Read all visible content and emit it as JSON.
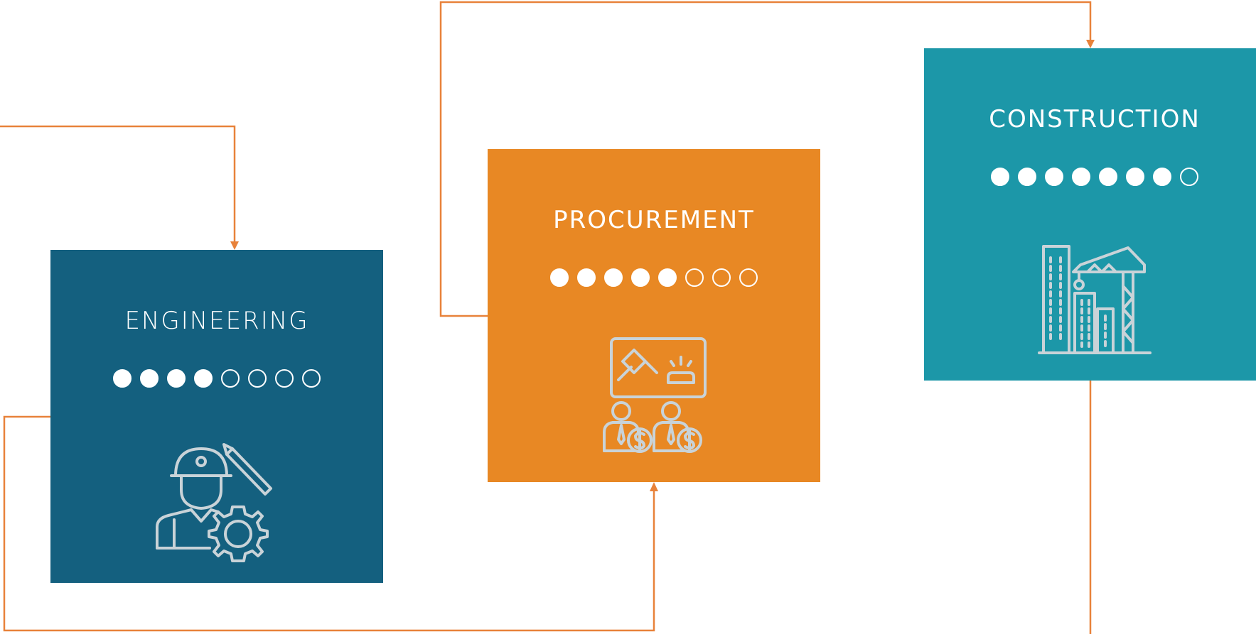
{
  "colors": {
    "engineering": "#14607f",
    "procurement": "#e88824",
    "construction": "#1c97a8",
    "connector": "#e8823a",
    "icon_stroke": "#c9d3d8"
  },
  "cards": [
    {
      "id": "engineering",
      "title": "ENGINEERING",
      "level": 4,
      "total": 8,
      "icon": "engineer-gear-icon"
    },
    {
      "id": "procurement",
      "title": "PROCUREMENT",
      "level": 5,
      "total": 8,
      "icon": "auction-bidding-icon"
    },
    {
      "id": "construction",
      "title": "CONSTRUCTION",
      "level": 7,
      "total": 8,
      "icon": "building-crane-icon"
    }
  ]
}
